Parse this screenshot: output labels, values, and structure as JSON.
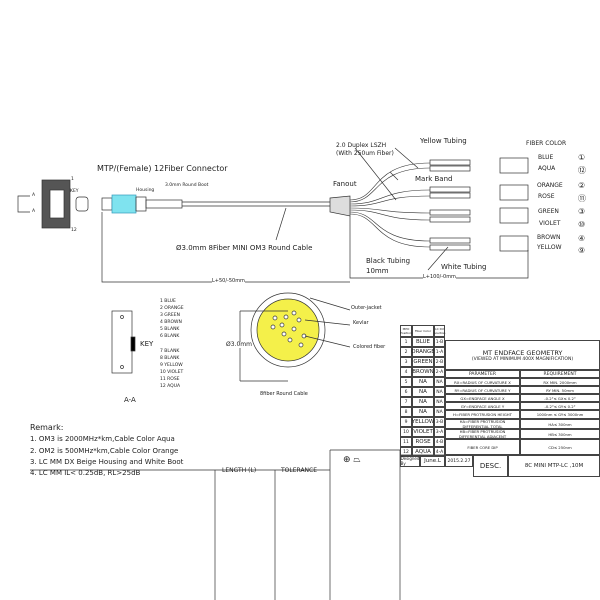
{
  "header": {
    "connector_title": "MTP/(Female) 12Fiber Connector",
    "boot": "3.0mm Round Boot",
    "housing": "Housing",
    "pin_label": "A",
    "section_mark": "A",
    "mark_12": "12",
    "mark_1": "1",
    "key_small": "KEY"
  },
  "cable": {
    "main": "Ø3.0mm 8Fiber  MINI OM3  Round Cable",
    "fanout": "Fanout",
    "duplex": "2.0 Duplex LSZH",
    "duplex_sub": "(With 250um Fiber)",
    "yellow_tubing": "Yellow Tubing",
    "mark_band": "Mark Band",
    "black_tubing": "Black Tubing",
    "black_len": "10mm",
    "white_tubing": "White Tubing",
    "dim_l": "L+50/-50mm",
    "dim_l2": "L+100/-0mm"
  },
  "fiber_color": {
    "title": "FIBER COLOR",
    "items": [
      {
        "name": "BLUE",
        "num": "①"
      },
      {
        "name": "AQUA",
        "num": "⑫"
      },
      {
        "name": "ORANGE",
        "num": "②"
      },
      {
        "name": "ROSE",
        "num": "⑪"
      },
      {
        "name": "GREEN",
        "num": "③"
      },
      {
        "name": "VIOLET",
        "num": "⑩"
      },
      {
        "name": "BROWN",
        "num": "④"
      },
      {
        "name": "YELLOW",
        "num": "⑨"
      }
    ]
  },
  "pinout": {
    "labels": [
      "1 BLUE",
      "2 ORANGE",
      "3 GREEN",
      "4 BROWN",
      "5 BLANK",
      "6 BLANK",
      "7 BLANK",
      "8 BLANK",
      "9 YELLOW",
      "10 VIOLET",
      "11 ROSE",
      "12 AQUA"
    ],
    "key": "KEY",
    "section": "A-A"
  },
  "cross_section": {
    "diameter": "Ø3.0mm",
    "outer": "Outer-jacket",
    "kevlar": "Kevlar",
    "fiber": "Colored fiber",
    "caption": "8fiber Round Cable"
  },
  "remarks": {
    "title": "Remark:",
    "items": [
      "1. OM3 is 2000MHz*km,Cable  Color Aqua",
      "2. OM2 is 500MHz*km,Cable  Color Orange",
      "3. LC MM DX Beige Housing and White Boot",
      "4. LC MM IL< 0.25dB, RL>25dB"
    ]
  },
  "pin_table": {
    "headers": [
      "MPO Position",
      "Fiber Color",
      "LC DX position"
    ],
    "rows": [
      [
        "1",
        "BLUE",
        "1-B"
      ],
      [
        "2",
        "ORANGE",
        "1-A"
      ],
      [
        "3",
        "GREEN",
        "2-B"
      ],
      [
        "4",
        "BROWN",
        "2-A"
      ],
      [
        "5",
        "NA",
        "NA"
      ],
      [
        "6",
        "NA",
        "NA"
      ],
      [
        "7",
        "NA",
        "NA"
      ],
      [
        "8",
        "NA",
        "NA"
      ],
      [
        "9",
        "YELLOW",
        "3-B"
      ],
      [
        "10",
        "VIOLET",
        "3-A"
      ],
      [
        "11",
        "ROSE",
        "4-B"
      ],
      [
        "12",
        "AQUA",
        "4-A"
      ]
    ]
  },
  "geometry": {
    "title": "MT ENDFACE GEOMETRY",
    "subtitle": "(VIEWED AT MINIMUM 400X MAGNIFICATION)",
    "headers": [
      "PARAMETER",
      "REQUIREMENT"
    ],
    "rows": [
      [
        "RX=RADIUS OF CURVATURE X",
        "RX MIN. 2000mm"
      ],
      [
        "RY=RADIUS OF CURVATURE Y",
        "RY MIN. 50mm"
      ],
      [
        "GX=ENDFACE ANGLE X",
        "-0.2°≤ GX≤ 0.2°"
      ],
      [
        "GY=ENDFACE ANGLE Y",
        "-0.2°≤ GY≤ 0.2°"
      ],
      [
        "H=FIBER PROTRUSION HEIGHT",
        "1000nm ≤ GY≤ 3000nm"
      ],
      [
        "HA=FIBER PROTRUSION DIFFERENTIAL TOTAL",
        "HA≤ 300nm"
      ],
      [
        "HB=FIBER PROTRUSION DIFFERENTIAL ADJACENT",
        "HB≤ 300nm"
      ],
      [
        "FIBER CORE DIP",
        "CD≤ 250nm"
      ]
    ]
  },
  "title_block": {
    "designed_by": "Designed By",
    "designer": "June.L",
    "date": "2015.2.27",
    "desc_label": "DESC.",
    "desc": "8C MINI MTP-LC ,10M",
    "length": "LENGTH  (L)",
    "tolerance": "TOLERANCE"
  }
}
